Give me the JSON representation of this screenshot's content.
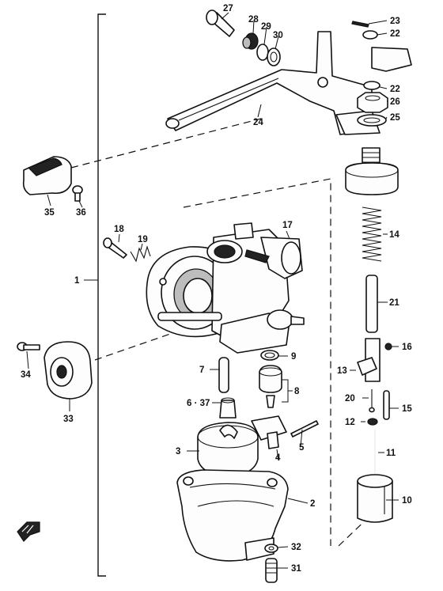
{
  "diagram": {
    "labels": {
      "p1": "1",
      "p2": "2",
      "p3": "3",
      "p4": "4",
      "p5": "5",
      "p6": "6 · 37",
      "p7": "7",
      "p8": "8",
      "p9": "9",
      "p10": "10",
      "p11": "11",
      "p12": "12",
      "p13": "13",
      "p14": "14",
      "p15": "15",
      "p16": "16",
      "p17": "17",
      "p18": "18",
      "p19": "19",
      "p20": "20",
      "p21": "21",
      "p22a": "22",
      "p22b": "22",
      "p23": "23",
      "p24": "24",
      "p25": "25",
      "p26": "26",
      "p27": "27",
      "p28": "28",
      "p29": "29",
      "p30": "30",
      "p31": "31",
      "p32": "32",
      "p33": "33",
      "p34": "34",
      "p35": "35",
      "p36": "36"
    }
  }
}
